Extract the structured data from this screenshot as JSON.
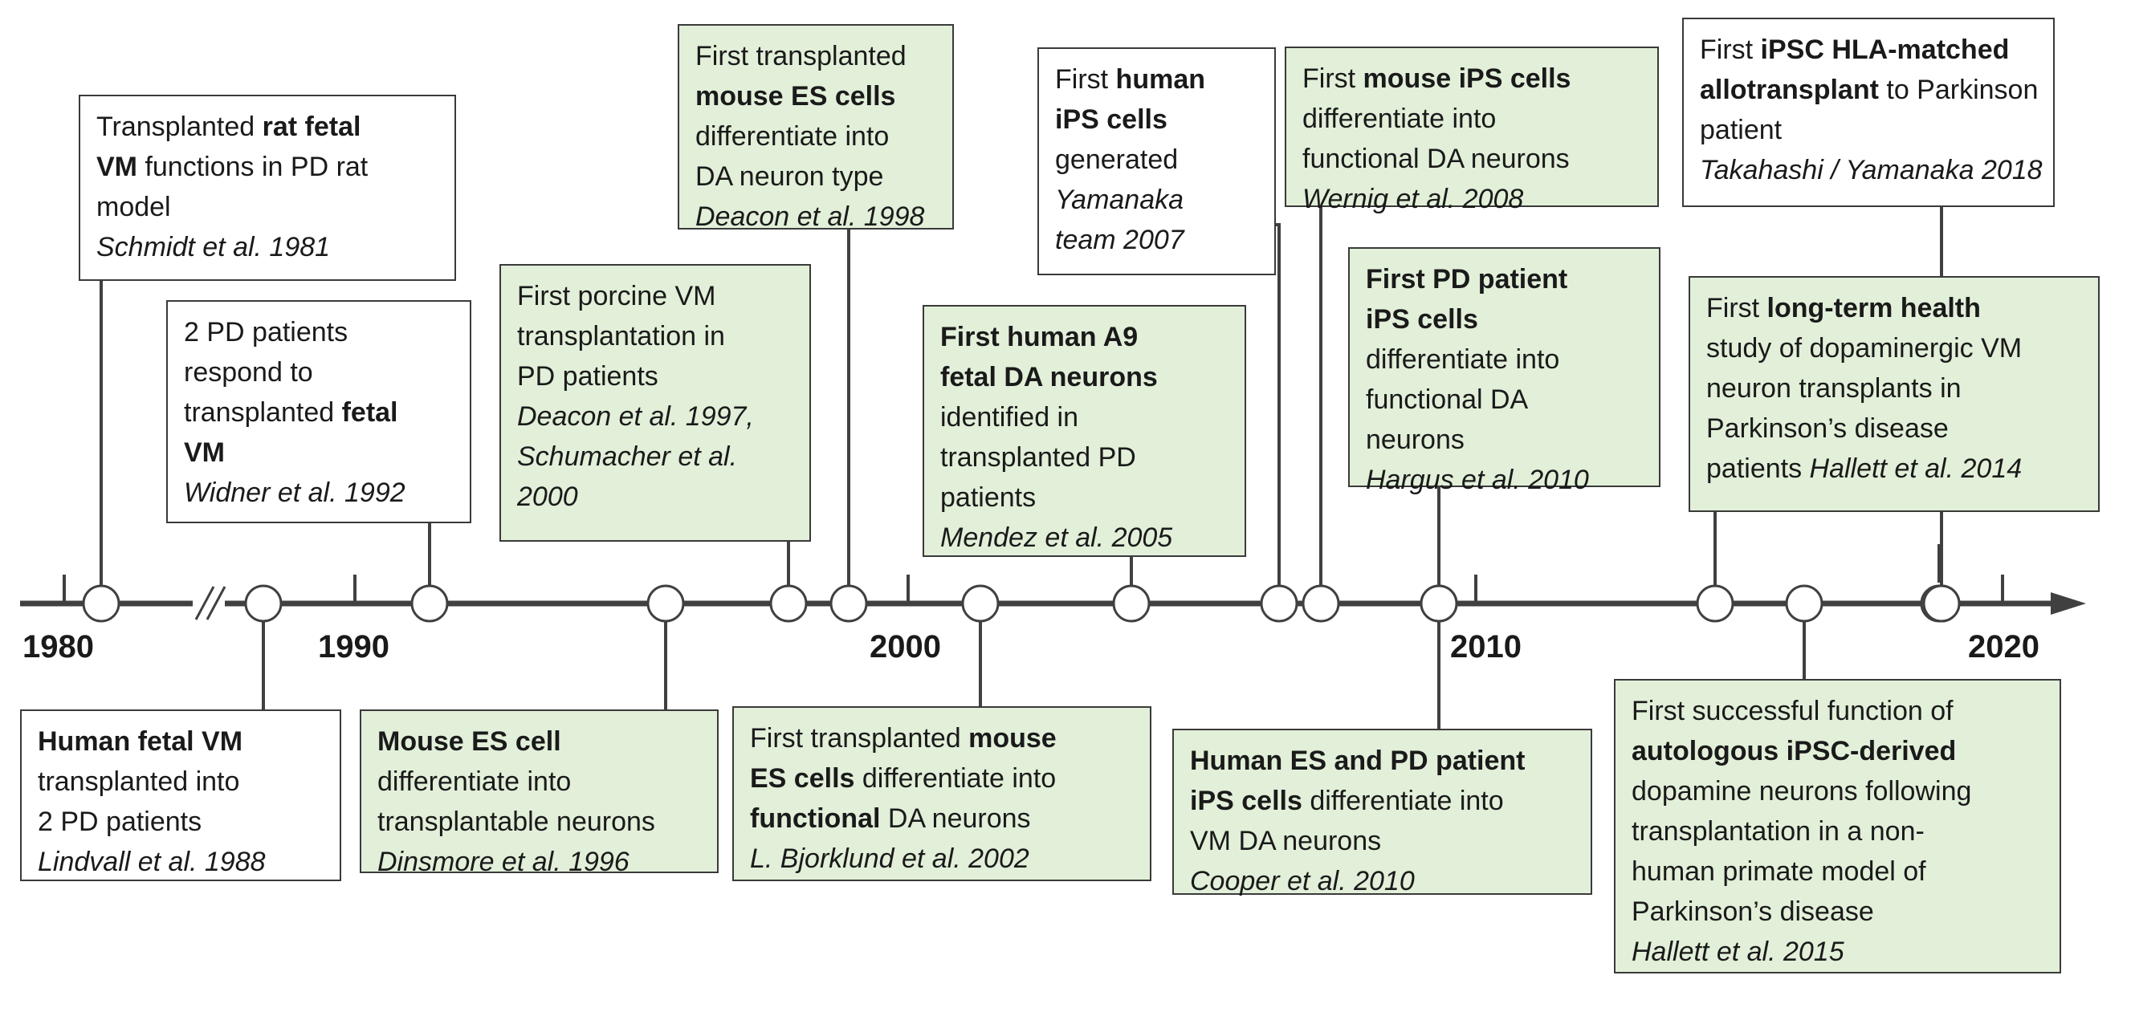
{
  "timeline": {
    "years": [
      "1980",
      "1990",
      "2000",
      "2010",
      "2020"
    ],
    "axis_color": "#404040",
    "white_fill": "#ffffff",
    "green_fill": "#e2efd9",
    "events": [
      {
        "lines": [
          [
            {
              "t": "Transplanted "
            },
            {
              "t": "rat fetal",
              "b": true
            }
          ],
          [
            {
              "t": "VM",
              "b": true
            },
            {
              "t": " functions in PD rat"
            }
          ],
          [
            {
              "t": "model"
            }
          ]
        ],
        "cite": "Schmidt et al. 1981",
        "fill": "white"
      },
      {
        "lines": [
          [
            {
              "t": "2 PD patients"
            }
          ],
          [
            {
              "t": "respond to"
            }
          ],
          [
            {
              "t": "transplanted "
            },
            {
              "t": "fetal",
              "b": true
            }
          ],
          [
            {
              "t": "VM",
              "b": true
            }
          ]
        ],
        "cite": "Widner et al. 1992",
        "fill": "white"
      },
      {
        "lines": [
          [
            {
              "t": "Human fetal VM",
              "b": true
            }
          ],
          [
            {
              "t": "transplanted into"
            }
          ],
          [
            {
              "t": "2 PD patients"
            }
          ]
        ],
        "cite": "Lindvall et al. 1988",
        "fill": "white"
      },
      {
        "lines": [
          [
            {
              "t": "Mouse ES cell",
              "b": true
            }
          ],
          [
            {
              "t": "differentiate into"
            }
          ],
          [
            {
              "t": "transplantable neurons"
            }
          ]
        ],
        "cite": "Dinsmore et al. 1996",
        "fill": "green"
      },
      {
        "lines": [
          [
            {
              "t": "First porcine VM"
            }
          ],
          [
            {
              "t": "transplantation in"
            }
          ],
          [
            {
              "t": "PD patients"
            }
          ]
        ],
        "cite": "Deacon et al. 1997, Schumacher et al. 2000",
        "cite_lines": [
          "Deacon et al. 1997,",
          "Schumacher et al.",
          "2000"
        ],
        "fill": "green"
      },
      {
        "lines": [
          [
            {
              "t": "First transplanted"
            }
          ],
          [
            {
              "t": "mouse ES cells",
              "b": true
            }
          ],
          [
            {
              "t": "differentiate into"
            }
          ],
          [
            {
              "t": "DA neuron type"
            }
          ]
        ],
        "cite": "Deacon et al. 1998",
        "fill": "green"
      },
      {
        "lines": [
          [
            {
              "t": "First transplanted "
            },
            {
              "t": "mouse",
              "b": true
            }
          ],
          [
            {
              "t": "ES cells",
              "b": true
            },
            {
              "t": " differentiate into"
            }
          ],
          [
            {
              "t": "functional",
              "b": true
            },
            {
              "t": " DA neurons"
            }
          ]
        ],
        "cite": "L. Bjorklund et al. 2002",
        "fill": "green"
      },
      {
        "lines": [
          [
            {
              "t": "First human A9",
              "b": true
            }
          ],
          [
            {
              "t": "fetal DA neurons",
              "b": true
            }
          ],
          [
            {
              "t": "identified in"
            }
          ],
          [
            {
              "t": "transplanted PD"
            }
          ],
          [
            {
              "t": "patients"
            }
          ]
        ],
        "cite": "Mendez et al. 2005",
        "fill": "green"
      },
      {
        "lines": [
          [
            {
              "t": "First "
            },
            {
              "t": "human",
              "b": true
            }
          ],
          [
            {
              "t": "iPS cells",
              "b": true
            }
          ],
          [
            {
              "t": "generated"
            }
          ]
        ],
        "cite": "Yamanaka team 2007",
        "cite_lines": [
          "Yamanaka",
          "team 2007"
        ],
        "fill": "white"
      },
      {
        "lines": [
          [
            {
              "t": "First "
            },
            {
              "t": "mouse iPS cells",
              "b": true
            }
          ],
          [
            {
              "t": "differentiate into"
            }
          ],
          [
            {
              "t": "functional DA neurons"
            }
          ]
        ],
        "cite": "Wernig et al. 2008",
        "fill": "green"
      },
      {
        "lines": [
          [
            {
              "t": "Human ES and PD patient",
              "b": true
            }
          ],
          [
            {
              "t": "iPS cells",
              "b": true
            },
            {
              "t": " differentiate into"
            }
          ],
          [
            {
              "t": "VM DA neurons"
            }
          ]
        ],
        "cite": "Cooper et al. 2010",
        "fill": "green"
      },
      {
        "lines": [
          [
            {
              "t": "First PD patient",
              "b": true
            }
          ],
          [
            {
              "t": "iPS cells",
              "b": true
            }
          ],
          [
            {
              "t": "differentiate into"
            }
          ],
          [
            {
              "t": "functional DA"
            }
          ],
          [
            {
              "t": "neurons"
            }
          ]
        ],
        "cite": "Hargus et al. 2010",
        "fill": "green"
      },
      {
        "lines": [
          [
            {
              "t": "First "
            },
            {
              "t": "iPSC HLA-matched",
              "b": true
            }
          ],
          [
            {
              "t": "allotransplant",
              "b": true
            },
            {
              "t": " to Parkinson"
            }
          ],
          [
            {
              "t": "patient"
            }
          ]
        ],
        "cite": "Takahashi / Yamanaka 2018",
        "fill": "white"
      },
      {
        "lines": [
          [
            {
              "t": "First "
            },
            {
              "t": "long-term health",
              "b": true
            }
          ],
          [
            {
              "t": "study of dopaminergic VM"
            }
          ],
          [
            {
              "t": "neuron transplants in"
            }
          ],
          [
            {
              "t": "Parkinson’s disease"
            }
          ],
          [
            {
              "t": "patients "
            },
            {
              "t": "Hallett et al. 2014",
              "i": true
            }
          ]
        ],
        "cite": "",
        "fill": "green"
      },
      {
        "lines": [
          [
            {
              "t": "First successful function of"
            }
          ],
          [
            {
              "t": "autologous iPSC-derived",
              "b": true
            }
          ],
          [
            {
              "t": "dopamine neurons following"
            }
          ],
          [
            {
              "t": "transplantation in a non-"
            }
          ],
          [
            {
              "t": "human primate model of"
            }
          ],
          [
            {
              "t": "Parkinson’s disease"
            }
          ]
        ],
        "cite": "Hallett et al. 2015",
        "fill": "green"
      }
    ]
  }
}
